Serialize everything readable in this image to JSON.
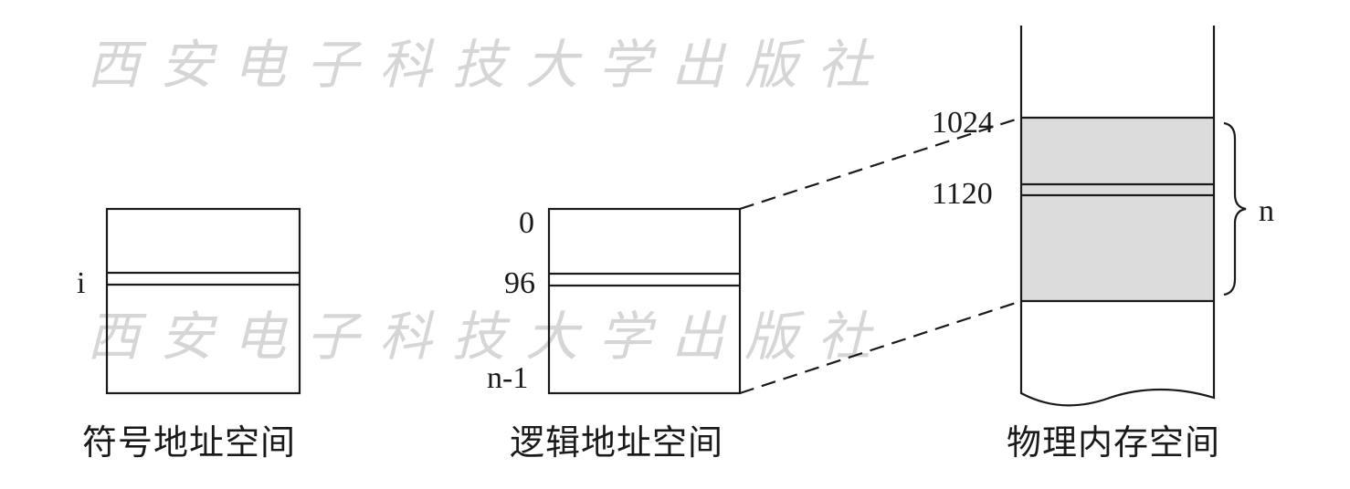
{
  "watermark": "西安电子科技大学出版社",
  "symbolic_space": {
    "caption": "符号地址空间",
    "entry_label": "i"
  },
  "logical_space": {
    "caption": "逻辑地址空间",
    "start_label": "0",
    "entry_label": "96",
    "end_label": "n-1"
  },
  "physical_space": {
    "caption": "物理内存空间",
    "start_label": "1024",
    "entry_label": "1120",
    "size_label": "n"
  },
  "colors": {
    "line": "#1a1a1a",
    "allocated_fill": "#dcdcdc",
    "watermark": "#d6d6d6"
  }
}
